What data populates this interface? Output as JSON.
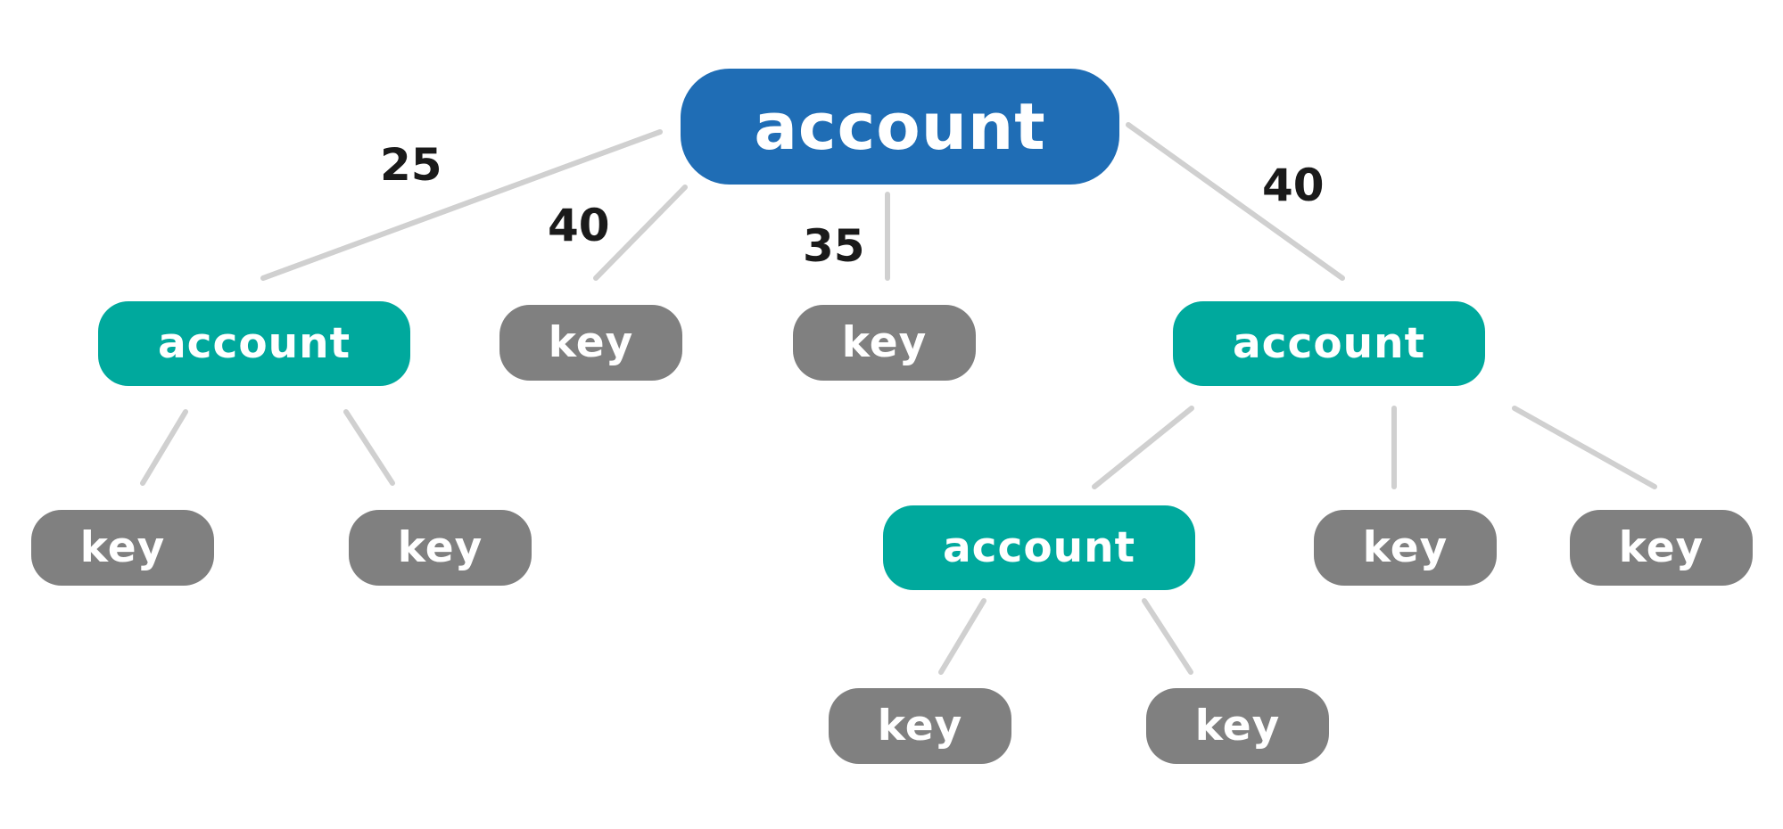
{
  "diagram": {
    "colors": {
      "root": "#1f6db5",
      "account": "#00a99d",
      "key": "#808080",
      "edge": "#d0d0d0",
      "weight_text": "#1a1a1a"
    },
    "root": {
      "label": "account"
    },
    "level1": [
      {
        "label": "account",
        "weight": "25"
      },
      {
        "label": "key",
        "weight": "40"
      },
      {
        "label": "key",
        "weight": "35"
      },
      {
        "label": "account",
        "weight": "40"
      }
    ],
    "left_children": [
      {
        "label": "key"
      },
      {
        "label": "key"
      }
    ],
    "right_children": [
      {
        "label": "account"
      },
      {
        "label": "key"
      },
      {
        "label": "key"
      }
    ],
    "nested_children": [
      {
        "label": "key"
      },
      {
        "label": "key"
      }
    ]
  }
}
